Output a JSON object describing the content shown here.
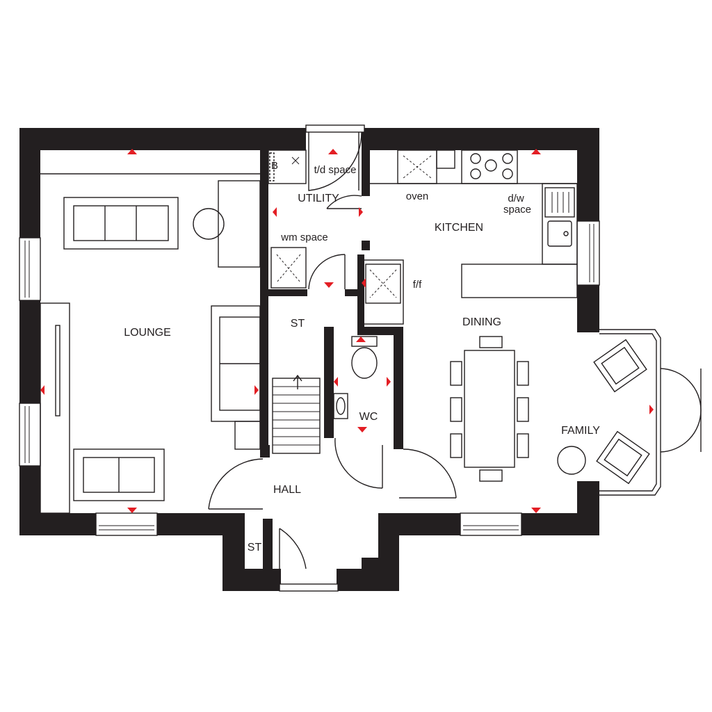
{
  "rooms": {
    "lounge": "LOUNGE",
    "utility": "UTILITY",
    "kitchen": "KITCHEN",
    "dining": "DINING",
    "family": "FAMILY",
    "hall": "HALL",
    "wc": "WC",
    "store_upper": "ST",
    "store_lower": "ST"
  },
  "fixtures": {
    "boiler": "B",
    "tumble_dryer": "t/d space",
    "washing_machine": "wm space",
    "oven": "oven",
    "dishwasher_line1": "d/w",
    "dishwasher_line2": "space",
    "fridge_freezer": "f/f"
  },
  "colors": {
    "wall": "#231f20",
    "marker": "#e31e24"
  }
}
